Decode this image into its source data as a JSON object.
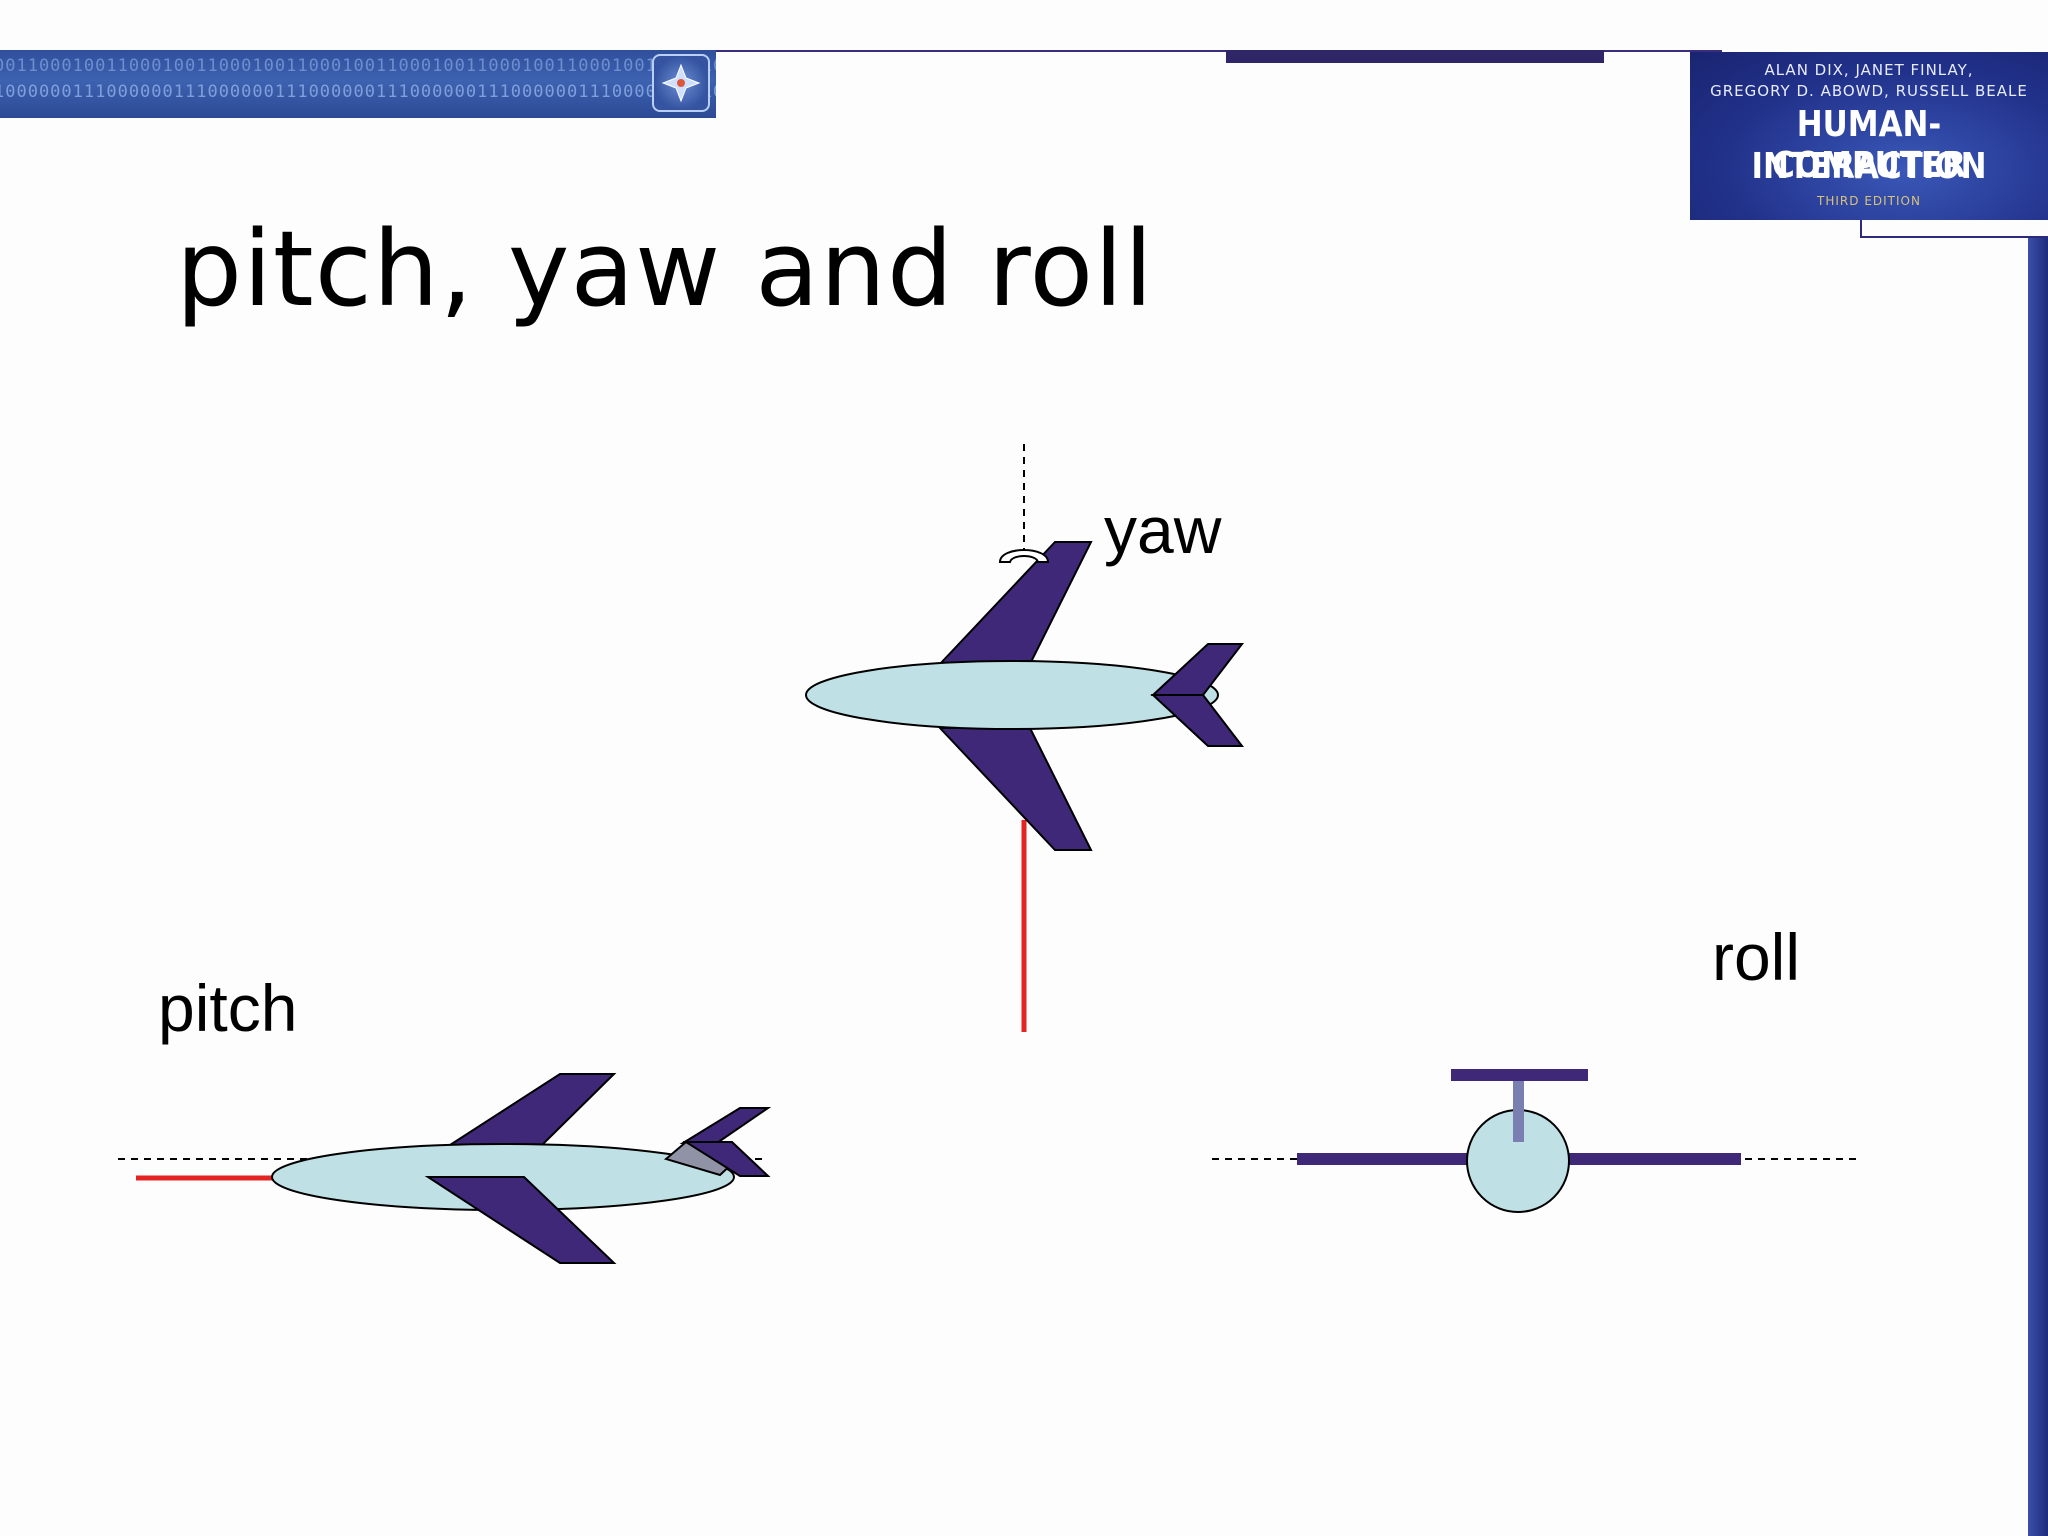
{
  "slide": {
    "title": "pitch, yaw and roll"
  },
  "header": {
    "banner_binary_row1": "0011000100110001001100010011000100110001001100010011000100110001001100010011",
    "banner_binary_row2": "1000000111000000111000000111000000111000000111000000111000000111000000111000",
    "banner_icon": "compass-icon"
  },
  "book_cover": {
    "authors_line1": "ALAN DIX, JANET FINLAY,",
    "authors_line2": "GREGORY D. ABOWD, RUSSELL BEALE",
    "title_line1": "HUMAN-COMPUTER",
    "title_line2": "INTERACTION",
    "edition": "THIRD EDITION"
  },
  "diagram": {
    "labels": {
      "yaw": "yaw",
      "roll": "roll",
      "pitch": "pitch"
    },
    "colors": {
      "wing": "#3f2878",
      "fuselage": "#bfe0e4",
      "axis": "#e32422",
      "dashed": "#000000",
      "tail_highlight": "#8f93a5"
    }
  }
}
